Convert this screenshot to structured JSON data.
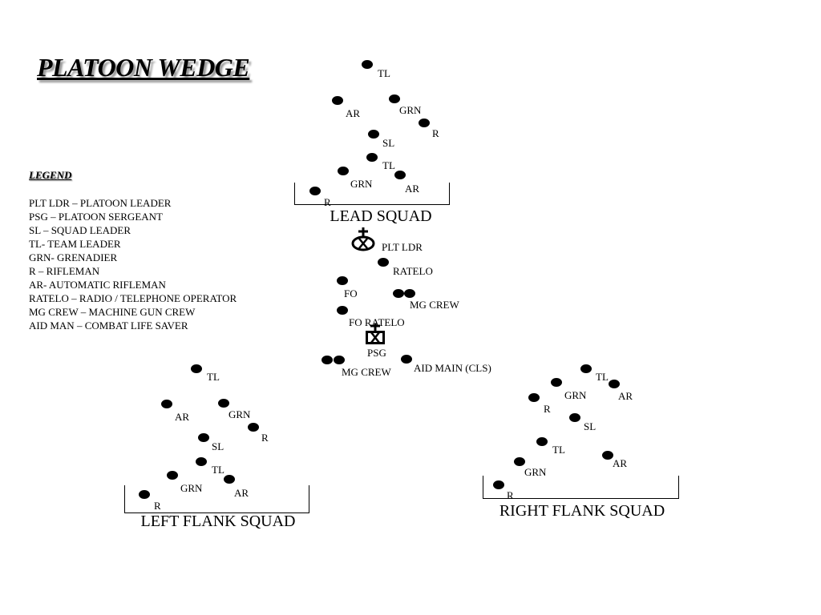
{
  "title": "PLATOON WEDGE",
  "legend": {
    "heading": "LEGEND",
    "items": [
      "PLT LDR – PLATOON LEADER",
      "PSG – PLATOON SERGEANT",
      "SL – SQUAD LEADER",
      "TL- TEAM LEADER",
      "GRN- GRENADIER",
      "R – RIFLEMAN",
      "AR- AUTOMATIC RIFLEMAN",
      "RATELO – RADIO / TELEPHONE OPERATOR",
      "MG CREW – MACHINE GUN CREW",
      "AID MAN – COMBAT LIFE SAVER"
    ]
  },
  "lead_squad": {
    "title": "LEAD SQUAD",
    "members": [
      "TL",
      "AR",
      "GRN",
      "R",
      "SL",
      "TL",
      "GRN",
      "AR",
      "R"
    ]
  },
  "headquarters": {
    "members": [
      "PLT LDR",
      "RATELO",
      "FO",
      "MG CREW",
      "FO RATELO",
      "PSG",
      "MG CREW",
      "AID MAIN (CLS)"
    ]
  },
  "left_squad": {
    "title": "LEFT FLANK SQUAD",
    "members": [
      "TL",
      "AR",
      "GRN",
      "R",
      "SL",
      "TL",
      "GRN",
      "AR",
      "R"
    ]
  },
  "right_squad": {
    "title": "RIGHT FLANK SQUAD",
    "members": [
      "TL",
      "GRN",
      "AR",
      "R",
      "SL",
      "TL",
      "AR",
      "GRN",
      "R"
    ]
  }
}
